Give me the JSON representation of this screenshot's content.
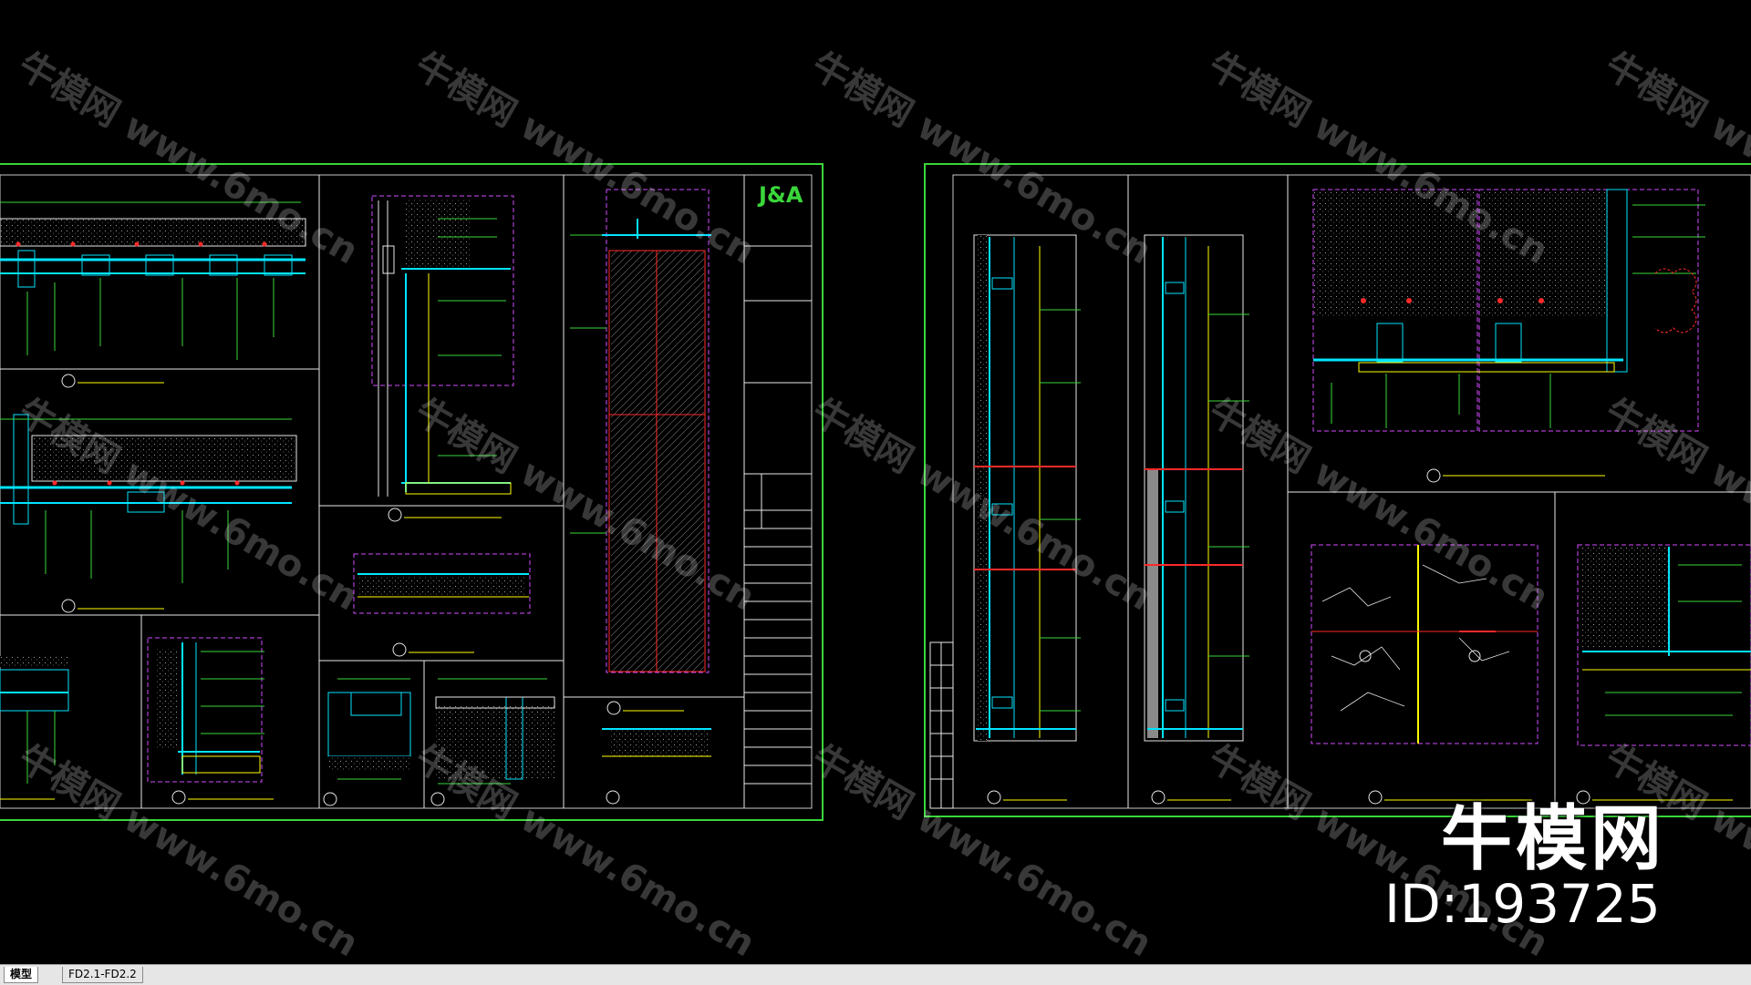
{
  "tabs": [
    {
      "label": "模型",
      "active": true
    },
    {
      "label": "FD2.1-FD2.2",
      "active": false
    }
  ],
  "watermark": {
    "brand": "牛模网",
    "url": "www.6mo.cn"
  },
  "brand_overlay": {
    "name": "牛模网",
    "id": "ID:193725"
  },
  "title_block": {
    "logo_text": "J&A"
  },
  "colors": {
    "background": "#000000",
    "frame": "#3ad63a",
    "cyan_lines": "#00e5ff",
    "annotation": "#ffff00",
    "dimension": "#ff2a2a",
    "boundary": "#d24cff",
    "tab_bar": "#e6e6e6"
  }
}
